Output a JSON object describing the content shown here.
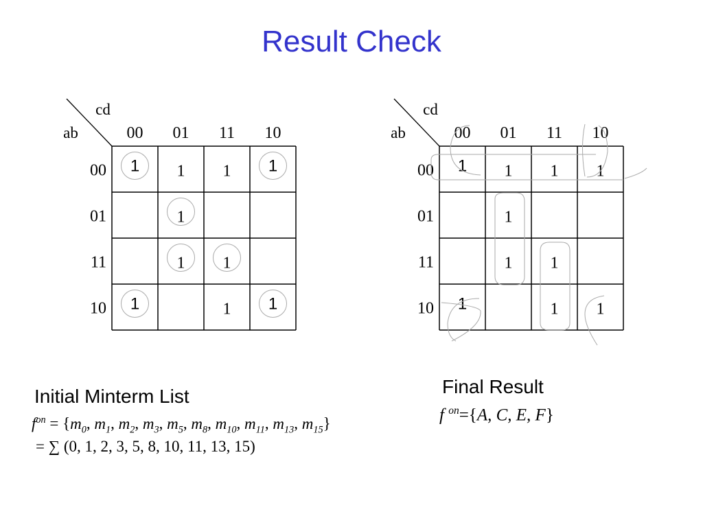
{
  "title": "Result Check",
  "kmap_labels": {
    "row_var": "ab",
    "col_var": "cd",
    "col_codes": [
      "00",
      "01",
      "11",
      "10"
    ],
    "row_codes": [
      "00",
      "01",
      "11",
      "10"
    ]
  },
  "kmaps": [
    {
      "name": "initial",
      "cells": [
        [
          "1",
          "1",
          "1",
          "1"
        ],
        [
          "",
          "1",
          "",
          ""
        ],
        [
          "",
          "1",
          "1",
          ""
        ],
        [
          "1",
          "",
          "1",
          "1"
        ]
      ],
      "circled": [
        [
          0,
          0
        ],
        [
          0,
          3
        ],
        [
          1,
          1
        ],
        [
          2,
          1
        ],
        [
          2,
          2
        ],
        [
          3,
          0
        ],
        [
          3,
          3
        ]
      ]
    },
    {
      "name": "final",
      "cells": [
        [
          "1",
          "1",
          "1",
          "1"
        ],
        [
          "",
          "1",
          "",
          ""
        ],
        [
          "",
          "1",
          "1",
          ""
        ],
        [
          "1",
          "",
          "1",
          "1"
        ]
      ],
      "circled": []
    }
  ],
  "initial": {
    "heading": "Initial Minterm List",
    "f": "f",
    "sup": "on",
    "eq_open": " = {",
    "minterms": [
      "0",
      "1",
      "2",
      "3",
      "5",
      "8",
      "10",
      "11",
      "13",
      "15"
    ],
    "close": "}",
    "sum_line": " = ∑ (0, 1, 2, 3, 5, 8, 10, 11, 13, 15)"
  },
  "final": {
    "heading": "Final Result",
    "f": "f ",
    "sup": "on",
    "expr_prefix": "={",
    "expr_vars": "A, C, E, F",
    "expr_suffix": "}"
  },
  "colors": {
    "title": "#3333cc",
    "grid": "#000000",
    "group": "#aaaaaa"
  }
}
